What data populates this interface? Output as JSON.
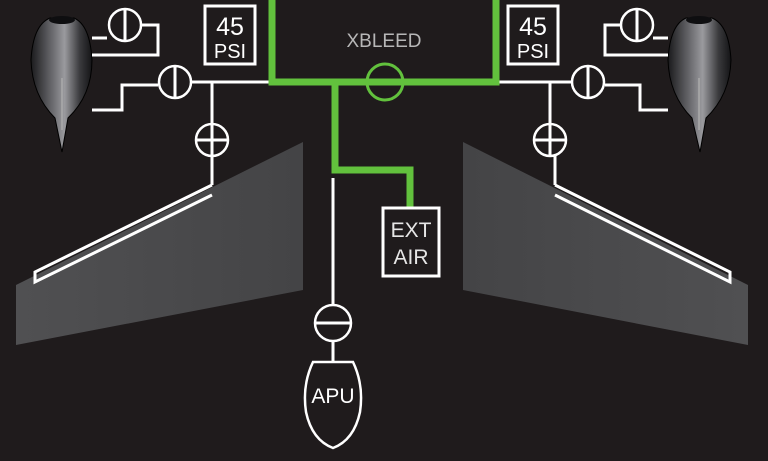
{
  "labels": {
    "xbleed": "XBLEED",
    "left_pressure_value": "45",
    "left_pressure_unit": "PSI",
    "right_pressure_value": "45",
    "right_pressure_unit": "PSI",
    "ext_air_line1": "EXT",
    "ext_air_line2": "AIR",
    "apu": "APU"
  },
  "colors": {
    "background": "#1f1b1c",
    "duct_active": "#62c13d",
    "line": "#ffffff",
    "wing_fill": "#4a4a4c",
    "engine_fill": "#3a3a3d",
    "xbleed_text": "#b7b7b7"
  },
  "icons": {
    "valve": "valve-icon",
    "engine": "engine-icon",
    "apu": "apu-icon"
  }
}
